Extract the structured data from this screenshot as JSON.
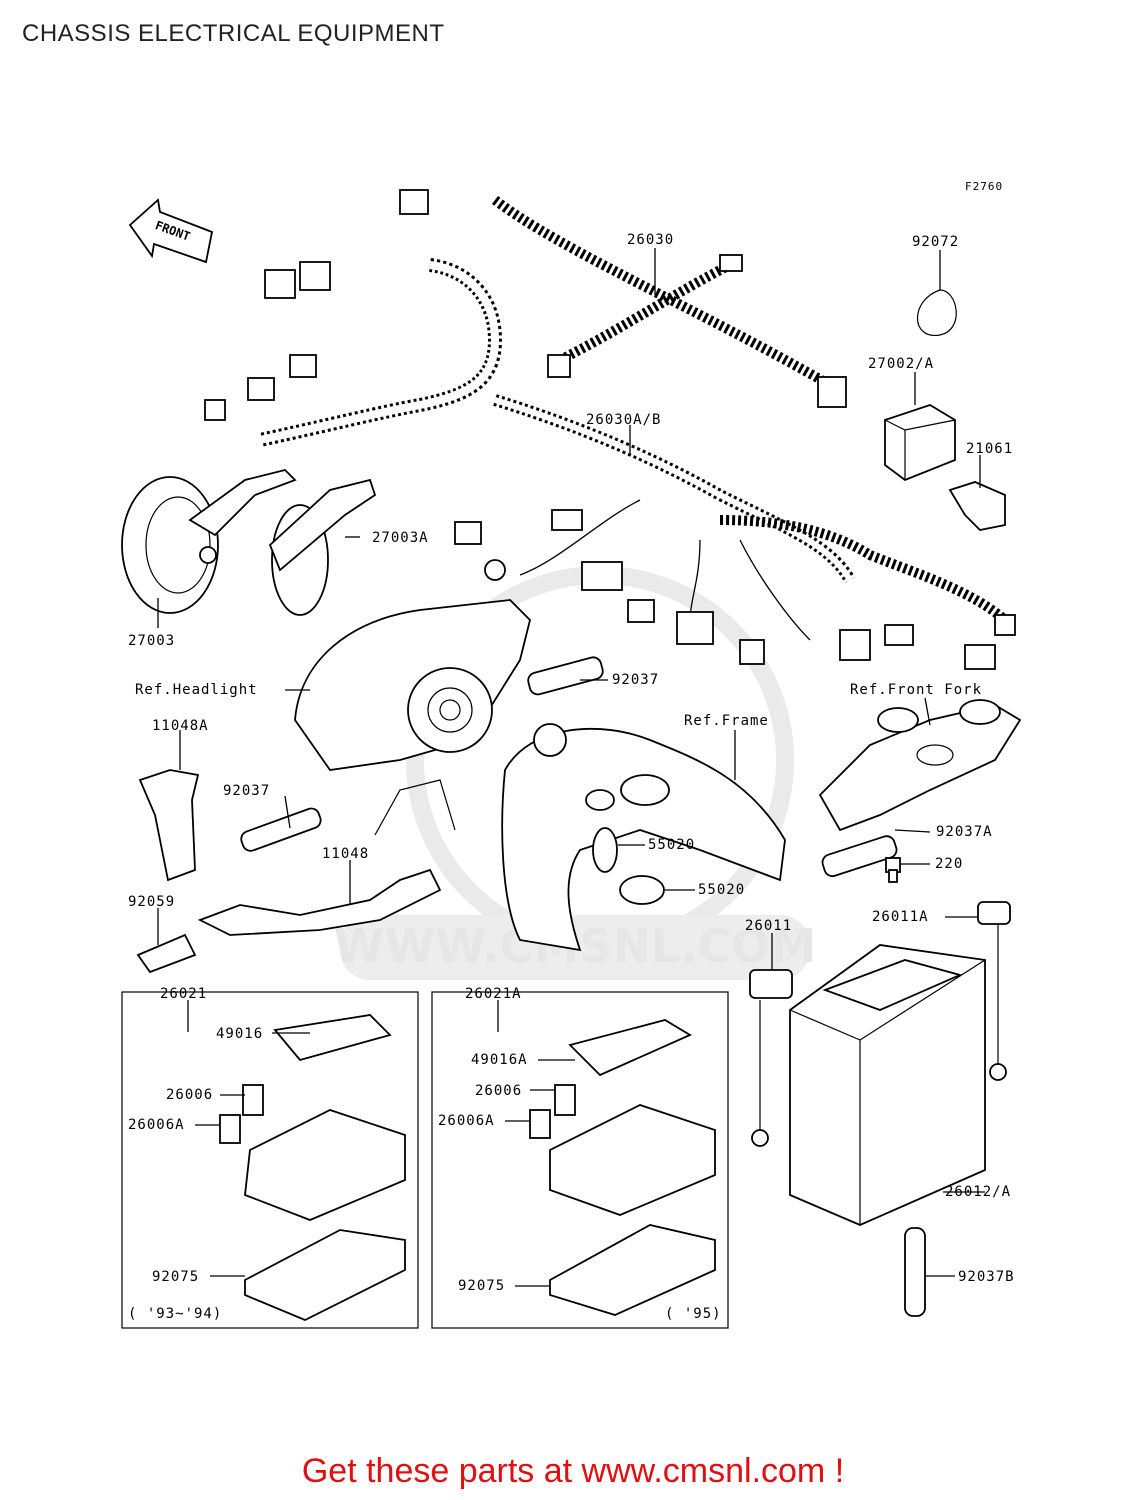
{
  "page": {
    "title": "CHASSIS ELECTRICAL EQUIPMENT",
    "cta": "Get these parts at www.cmsnl.com !"
  },
  "diagram": {
    "figure_code": "F2760",
    "front_marker": "FRONT",
    "watermark": "WWW.CMSNL.COM",
    "parts": {
      "p26030": "26030",
      "p92072": "92072",
      "p27002": "27002/A",
      "p26030ab": "26030A/B",
      "p21061": "21061",
      "p27003a": "27003A",
      "p27003": "27003",
      "ref_headlight": "Ref.Headlight",
      "p92037_top": "92037",
      "p11048a": "11048A",
      "ref_front_fork": "Ref.Front Fork",
      "ref_frame": "Ref.Frame",
      "p92037_left": "92037",
      "p92037a": "92037A",
      "p55020_a": "55020",
      "p220": "220",
      "p11048": "11048",
      "p55020_b": "55020",
      "p92059": "92059",
      "p26011a": "26011A",
      "p26011": "26011",
      "p26021": "26021",
      "p26021a": "26021A",
      "p49016": "49016",
      "p49016a": "49016A",
      "p26006_l": "26006",
      "p26006a_l": "26006A",
      "p26006_r": "26006",
      "p26006a_r": "26006A",
      "p26012": "26012/A",
      "p92075_l": "92075",
      "p92075_r": "92075",
      "p92037b": "92037B",
      "years_l": "( '93~'94)",
      "years_r": "( '95)"
    }
  }
}
